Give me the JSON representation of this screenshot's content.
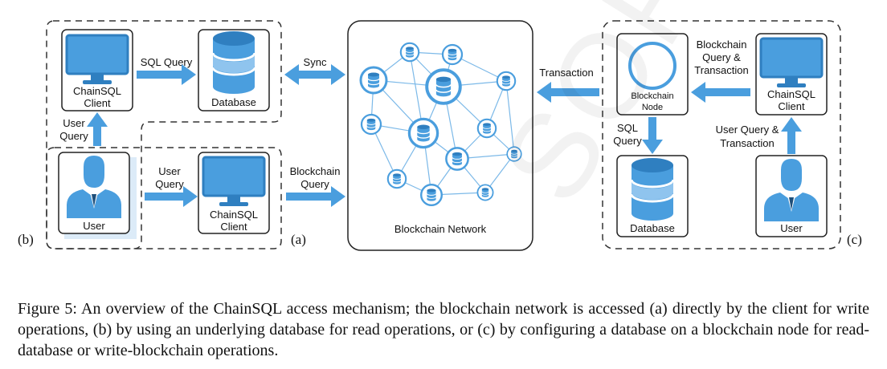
{
  "colors": {
    "accent": "#4A9EDE",
    "accent_dark": "#2F7FC0",
    "accent_light": "#BFDDF5",
    "box_border": "#222222",
    "dashed": "#333333"
  },
  "icons": [
    "monitor-icon",
    "database-icon",
    "user-icon",
    "blockchain-node-icon",
    "arrow-icon"
  ],
  "panel_a": {
    "label": "(a)",
    "client_label": [
      "ChainSQL",
      "Client"
    ],
    "database_label": "Database",
    "sql_query": "SQL Query",
    "sync": "Sync",
    "lower_client_label": [
      "ChainSQL",
      "Client"
    ],
    "user_query": [
      "User",
      "Query"
    ],
    "blockchain_query": [
      "Blockchain",
      "Query"
    ]
  },
  "panel_b": {
    "label": "(b)",
    "user_label": "User",
    "user_query": [
      "User",
      "Query"
    ]
  },
  "network": {
    "label": "Blockchain Network"
  },
  "panel_c": {
    "label": "(c)",
    "transaction": "Transaction",
    "node_label": [
      "Blockchain",
      "Node"
    ],
    "client_label": [
      "ChainSQL",
      "Client"
    ],
    "bq_label": [
      "Blockchain",
      "Query &",
      "Transaction"
    ],
    "sql_query": [
      "SQL",
      "Query"
    ],
    "database_label": "Database",
    "user_label": "User",
    "uq_label": [
      "User Query &",
      "Transaction"
    ]
  },
  "caption": {
    "text": "Figure 5: An overview of the ChainSQL access mechanism; the blockchain network is accessed (a) directly by the client for write operations, (b) by using an underlying database for read operations, or (c) by configuring a database on a blockchain node for read-database or write-blockchain operations."
  },
  "watermark": "SORT"
}
